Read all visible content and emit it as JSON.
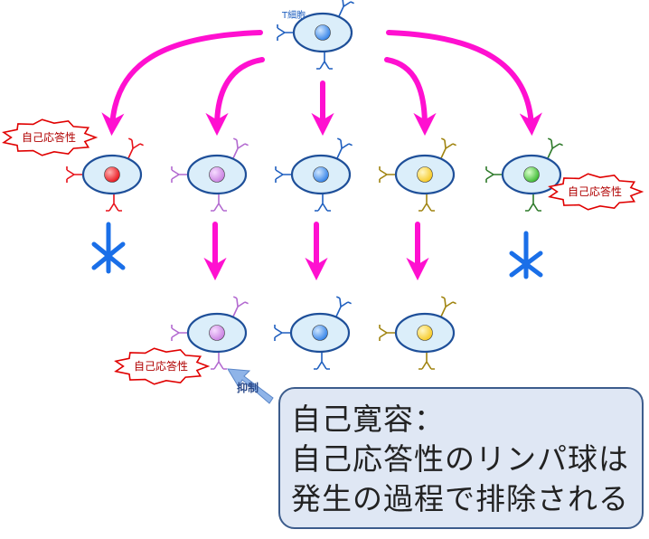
{
  "t_cell_label": "T細胞",
  "autoreactive_label": "自己応答性",
  "suppression_label": "抑制",
  "info": {
    "line1": "自己寛容：",
    "line2": "自己応答性のリンパ球は",
    "line3": "発生の過程で排除される"
  },
  "colors": {
    "arrow": "#ff10d0",
    "cross": "#1a6fe8",
    "cell_fill": "#dbeefa",
    "cell_stroke": "#1e4f99",
    "red_nucleus": "#e8121a",
    "purple_nucleus": "#c77de0",
    "blue_nucleus": "#2f7fe6",
    "yellow_nucleus": "#f6d21f",
    "green_nucleus": "#44c63a",
    "badge_border": "#e00000"
  }
}
